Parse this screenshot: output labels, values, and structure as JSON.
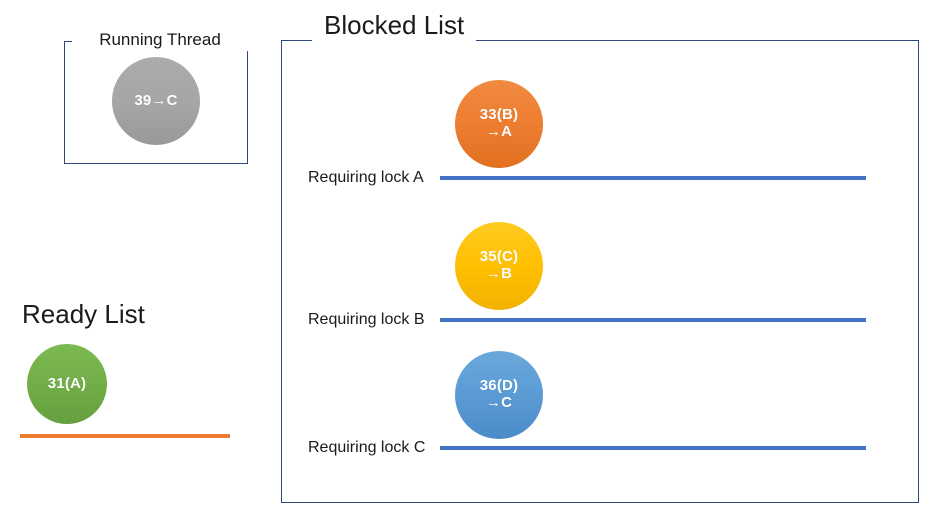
{
  "diagram": {
    "running_thread": {
      "title": "Running Thread",
      "node": {
        "line1": "39→C",
        "line2": "",
        "color": "#A5A5A5"
      }
    },
    "ready_list": {
      "title": "Ready List",
      "node": {
        "line1": "31(A)",
        "line2": "",
        "color": "#70AD47"
      },
      "queue_line_color": "#ED7D31"
    },
    "blocked_list": {
      "title": "Blocked List",
      "queue_line_color": "#4472C4",
      "rows": [
        {
          "label": "Requiring lock A",
          "node": {
            "line1": "33(B)",
            "line2": "→A",
            "color": "#ED7D31"
          }
        },
        {
          "label": "Requiring lock B",
          "node": {
            "line1": "35(C)",
            "line2": "→B",
            "color": "#FFC000"
          }
        },
        {
          "label": "Requiring lock C",
          "node": {
            "line1": "36(D)",
            "line2": "→C",
            "color": "#5B9BD5"
          }
        }
      ]
    }
  }
}
